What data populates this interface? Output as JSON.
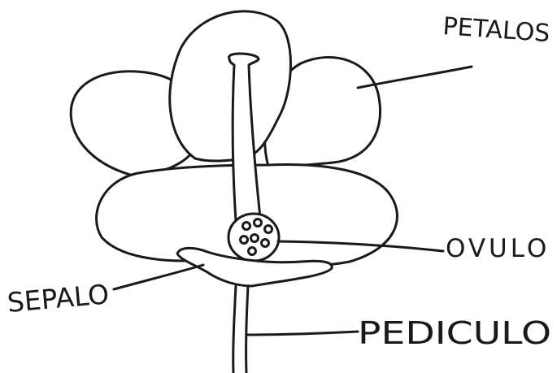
{
  "labels": {
    "petals": "PETALOS",
    "ovule": "OVULO",
    "sepal": "SEPALO",
    "pedicel": "PEDICULO"
  },
  "colors": {
    "ink": "#1a1a1a",
    "paper": "#ffffff"
  }
}
